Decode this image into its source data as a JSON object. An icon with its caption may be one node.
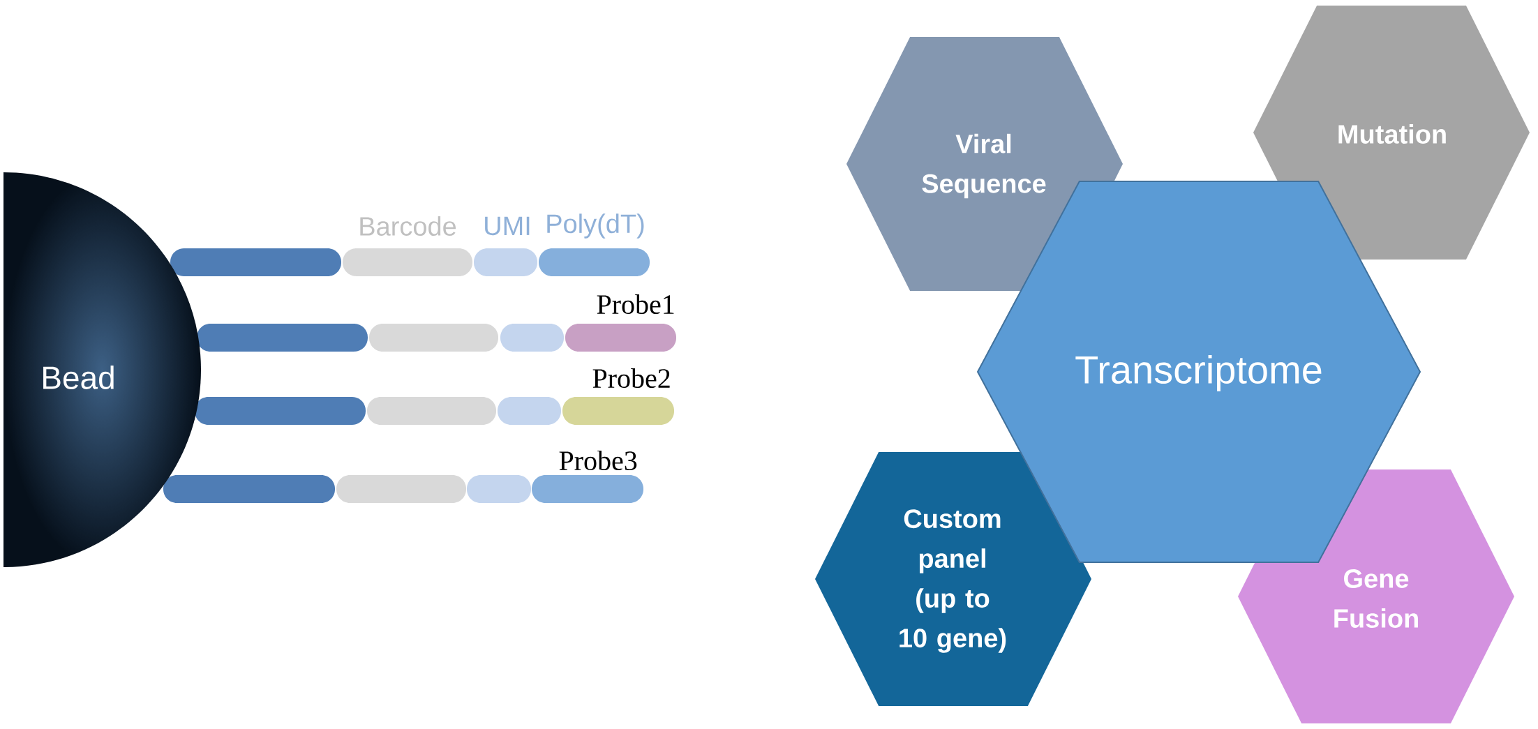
{
  "diagram": {
    "nodes": [
      {
        "text": [
          "Bead"
        ]
      },
      {
        "text": [
          "Viral Sequence"
        ]
      },
      {
        "text": [
          "Mutation"
        ]
      },
      {
        "text": [
          "Transcriptome"
        ]
      },
      {
        "text": [
          "Custom panel (up to 10 gene)"
        ]
      },
      {
        "text": [
          "Gene Fusion"
        ]
      }
    ],
    "labels": [
      "Barcode",
      "UMI",
      "Poly(dT)",
      "Probe1",
      "Probe2",
      "Probe3"
    ]
  }
}
